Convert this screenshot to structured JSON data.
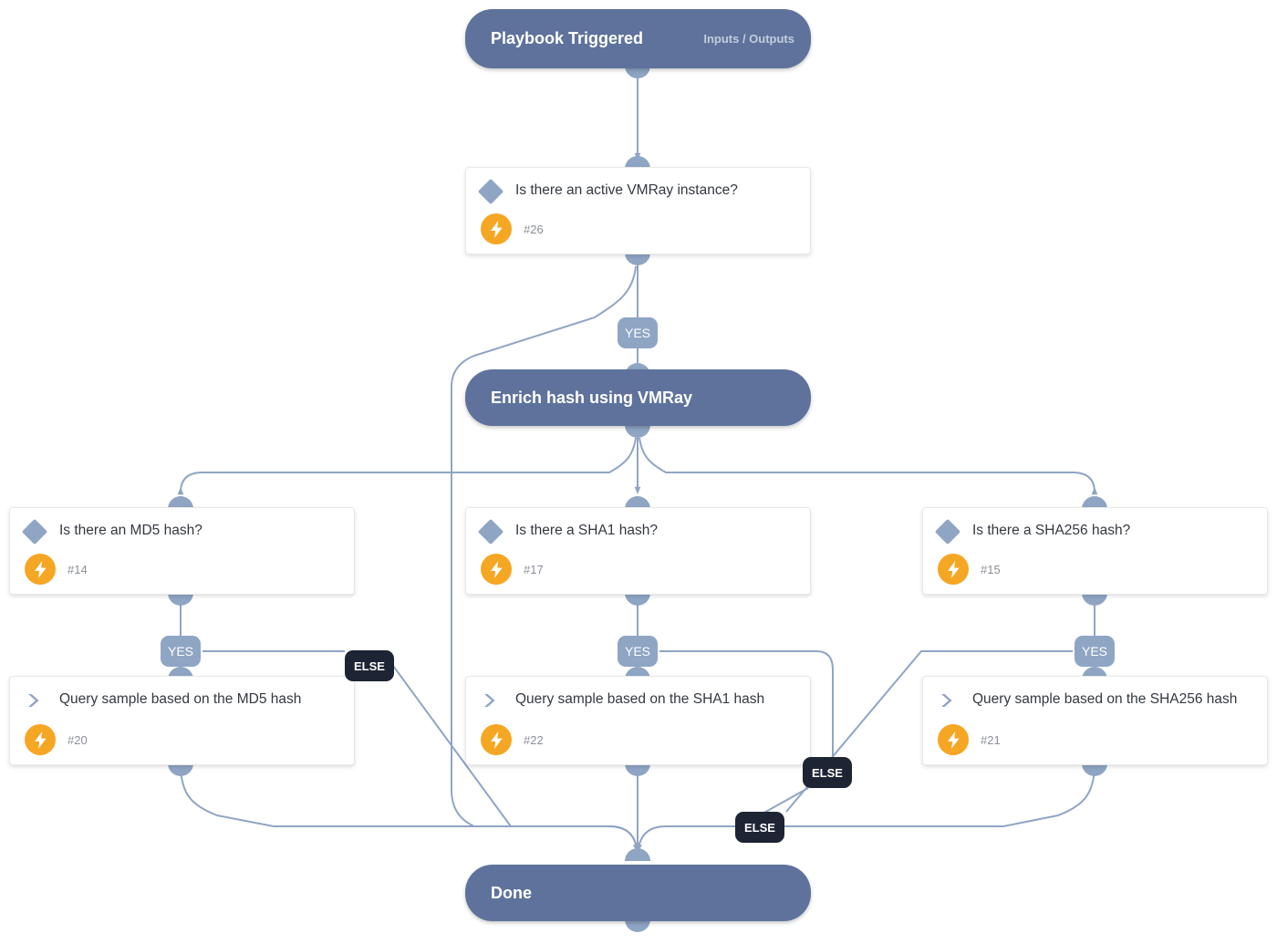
{
  "diagram": {
    "type": "playbook-flowchart",
    "title": "VMRay hash enrichment playbook",
    "colors": {
      "terminal_node": "#5e729c",
      "card_background": "#ffffff",
      "connector": "#8fa5c4",
      "port": "#8fa5c4",
      "bolt_badge": "#f5a623",
      "yes_badge": "#8fa5c4",
      "else_badge": "#1d2433",
      "canvas": "#ffffff"
    }
  },
  "nodes": {
    "start": {
      "kind": "terminal",
      "title": "Playbook Triggered",
      "subtitle": "Inputs / Outputs"
    },
    "decision_vmray": {
      "kind": "decision",
      "title": "Is there an active VMRay instance?",
      "number": "#26",
      "icon": "diamond-icon",
      "badge_icon": "lightning-bolt-icon"
    },
    "enrich": {
      "kind": "terminal",
      "title": "Enrich hash using VMRay",
      "subtitle": ""
    },
    "decision_md5": {
      "kind": "decision",
      "title": "Is there an MD5 hash?",
      "number": "#14",
      "icon": "diamond-icon",
      "badge_icon": "lightning-bolt-icon"
    },
    "decision_sha1": {
      "kind": "decision",
      "title": "Is there a SHA1 hash?",
      "number": "#17",
      "icon": "diamond-icon",
      "badge_icon": "lightning-bolt-icon"
    },
    "decision_sha256": {
      "kind": "decision",
      "title": "Is there a SHA256 hash?",
      "number": "#15",
      "icon": "diamond-icon",
      "badge_icon": "lightning-bolt-icon"
    },
    "action_md5": {
      "kind": "action",
      "title": "Query sample based on the MD5 hash",
      "number": "#20",
      "icon": "chevron-right-icon",
      "badge_icon": "lightning-bolt-icon"
    },
    "action_sha1": {
      "kind": "action",
      "title": "Query sample based on the SHA1 hash",
      "number": "#22",
      "icon": "chevron-right-icon",
      "badge_icon": "lightning-bolt-icon"
    },
    "action_sha256": {
      "kind": "action",
      "title": "Query sample based on the SHA256 hash",
      "number": "#21",
      "icon": "chevron-right-icon",
      "badge_icon": "lightning-bolt-icon"
    },
    "done": {
      "kind": "terminal",
      "title": "Done",
      "subtitle": ""
    }
  },
  "branch_labels": {
    "yes_vmray": "YES",
    "yes_md5": "YES",
    "yes_sha1": "YES",
    "yes_sha256": "YES",
    "else_md5": "ELSE",
    "else_sha1": "ELSE",
    "else_sha256": "ELSE"
  },
  "edges": [
    {
      "from": "start",
      "to": "decision_vmray",
      "label": ""
    },
    {
      "from": "decision_vmray",
      "to": "enrich",
      "label": "YES"
    },
    {
      "from": "decision_vmray",
      "to": "done",
      "label": ""
    },
    {
      "from": "enrich",
      "to": "decision_md5",
      "label": ""
    },
    {
      "from": "enrich",
      "to": "decision_sha1",
      "label": ""
    },
    {
      "from": "enrich",
      "to": "decision_sha256",
      "label": ""
    },
    {
      "from": "decision_md5",
      "to": "action_md5",
      "label": "YES"
    },
    {
      "from": "decision_md5",
      "to": "done",
      "label": "ELSE"
    },
    {
      "from": "decision_sha1",
      "to": "action_sha1",
      "label": "YES"
    },
    {
      "from": "decision_sha1",
      "to": "done",
      "label": "ELSE"
    },
    {
      "from": "decision_sha256",
      "to": "action_sha256",
      "label": "YES"
    },
    {
      "from": "decision_sha256",
      "to": "done",
      "label": "ELSE"
    },
    {
      "from": "action_md5",
      "to": "done",
      "label": ""
    },
    {
      "from": "action_sha1",
      "to": "done",
      "label": ""
    },
    {
      "from": "action_sha256",
      "to": "done",
      "label": ""
    }
  ]
}
